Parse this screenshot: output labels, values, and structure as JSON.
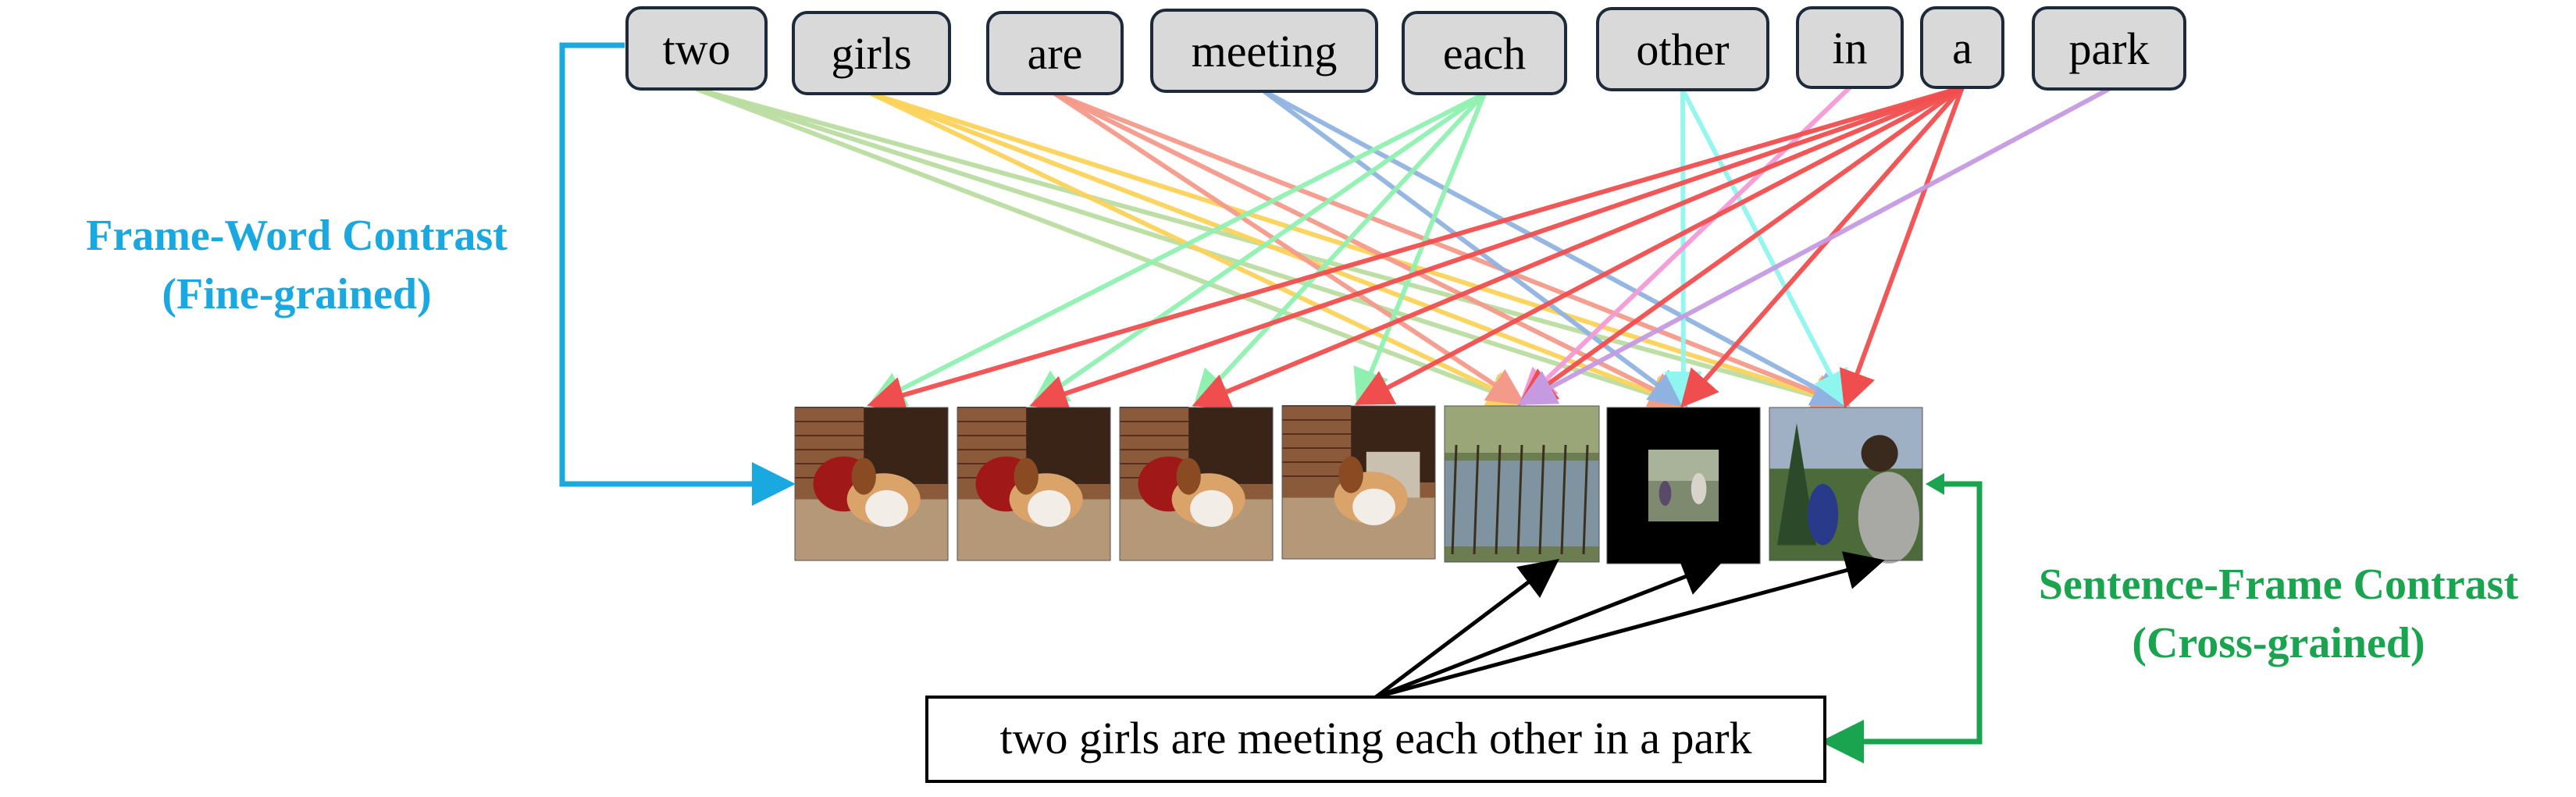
{
  "words": [
    "two",
    "girls",
    "are",
    "meeting",
    "each",
    "other",
    "in",
    "a",
    "park"
  ],
  "sentence": "two girls are meeting each other in a park",
  "labels": {
    "frame_word": {
      "line1": "Frame-Word Contrast",
      "line2": "(Fine-grained)",
      "color": "#1aa8e0"
    },
    "sentence_frame": {
      "line1": "Sentence-Frame Contrast",
      "line2": "(Cross-grained)",
      "color": "#1aa44f"
    }
  },
  "frames": [
    {
      "scene": "dog-by-bag",
      "name": "frame-1"
    },
    {
      "scene": "dog-by-bag",
      "name": "frame-2"
    },
    {
      "scene": "dog-by-bag",
      "name": "frame-3"
    },
    {
      "scene": "dog-by-door",
      "name": "frame-4"
    },
    {
      "scene": "park-pond",
      "name": "frame-5"
    },
    {
      "scene": "park-inset-black",
      "name": "frame-6"
    },
    {
      "scene": "girls-in-park",
      "name": "frame-7"
    }
  ],
  "word_frame_links": [
    {
      "word": 0,
      "frames": [
        4,
        5,
        6
      ],
      "color": "#b9dca0"
    },
    {
      "word": 1,
      "frames": [
        4,
        5,
        6
      ],
      "color": "#fcd25a"
    },
    {
      "word": 2,
      "frames": [
        4,
        5,
        6
      ],
      "color": "#f49a8a"
    },
    {
      "word": 3,
      "frames": [
        5,
        6
      ],
      "color": "#8fb3e0"
    },
    {
      "word": 4,
      "frames": [
        0,
        1,
        2,
        3
      ],
      "color": "#8ff0b0"
    },
    {
      "word": 5,
      "frames": [
        5,
        6
      ],
      "color": "#8ef6ee"
    },
    {
      "word": 6,
      "frames": [
        4
      ],
      "color": "#f39ad6"
    },
    {
      "word": 7,
      "frames": [
        0,
        1,
        2,
        3,
        4,
        5,
        6
      ],
      "color": "#f04e4e"
    },
    {
      "word": 8,
      "frames": [
        4
      ],
      "color": "#c59ae0"
    }
  ],
  "sentence_frame_links": {
    "frames": [
      4,
      5,
      6
    ],
    "color": "#000000"
  }
}
